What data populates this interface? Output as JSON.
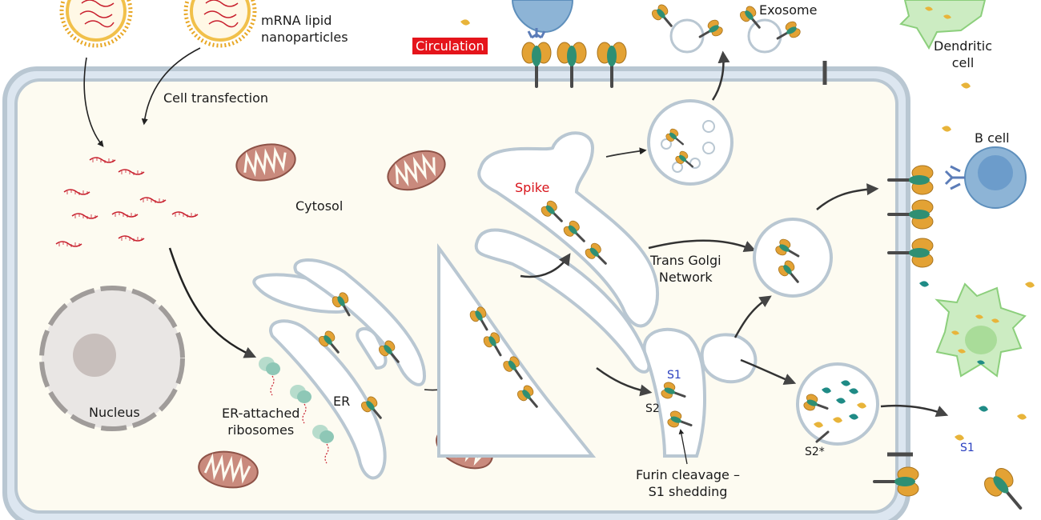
{
  "labels": {
    "mrna_lnp": "mRNA lipid\nnanoparticles",
    "cell_transfection": "Cell transfection",
    "circulation": "Circulation",
    "exosome": "Exosome",
    "dendritic_cell": "Dendritic\ncell",
    "b_cell": "B cell",
    "cytosol": "Cytosol",
    "spike": "Spike",
    "trans_golgi": "Trans Golgi\nNetwork",
    "nucleus": "Nucleus",
    "er": "ER",
    "er_ribosomes": "ER-attached\nribosomes",
    "s1_inside": "S1",
    "s2_inside": "S2",
    "s2_star": "S2*",
    "s1_outside": "S1",
    "furin": "Furin cleavage –\nS1 shedding"
  },
  "colors": {
    "cytoplasm": "#fdfbf1",
    "membrane": "#b9c7d2",
    "membrane_inner": "#dce6f0",
    "mrna": "#c8202e",
    "spike_orange": "#e3a234",
    "spike_green": "#2f8f73",
    "spike_stalk": "#4a4a4a",
    "s1_fragment": "#e8b43a",
    "s2_fragment": "#1f8b86",
    "antibody": "#5b7cb8",
    "b_cell": "#8db4d6",
    "dendritic": "#ccecc2",
    "mitochondria": "#c98a7d",
    "nucleus": "#d9d5d3",
    "circulation_badge": "#e5141b"
  },
  "icons": [
    "lipid-nanoparticle-icon",
    "mrna-strand-icon",
    "mitochondrion-icon",
    "nucleus-icon",
    "ribosome-icon",
    "spike-protein-icon",
    "antibody-icon",
    "exosome-icon",
    "dendritic-cell-icon",
    "b-cell-icon",
    "arrow-icon"
  ]
}
